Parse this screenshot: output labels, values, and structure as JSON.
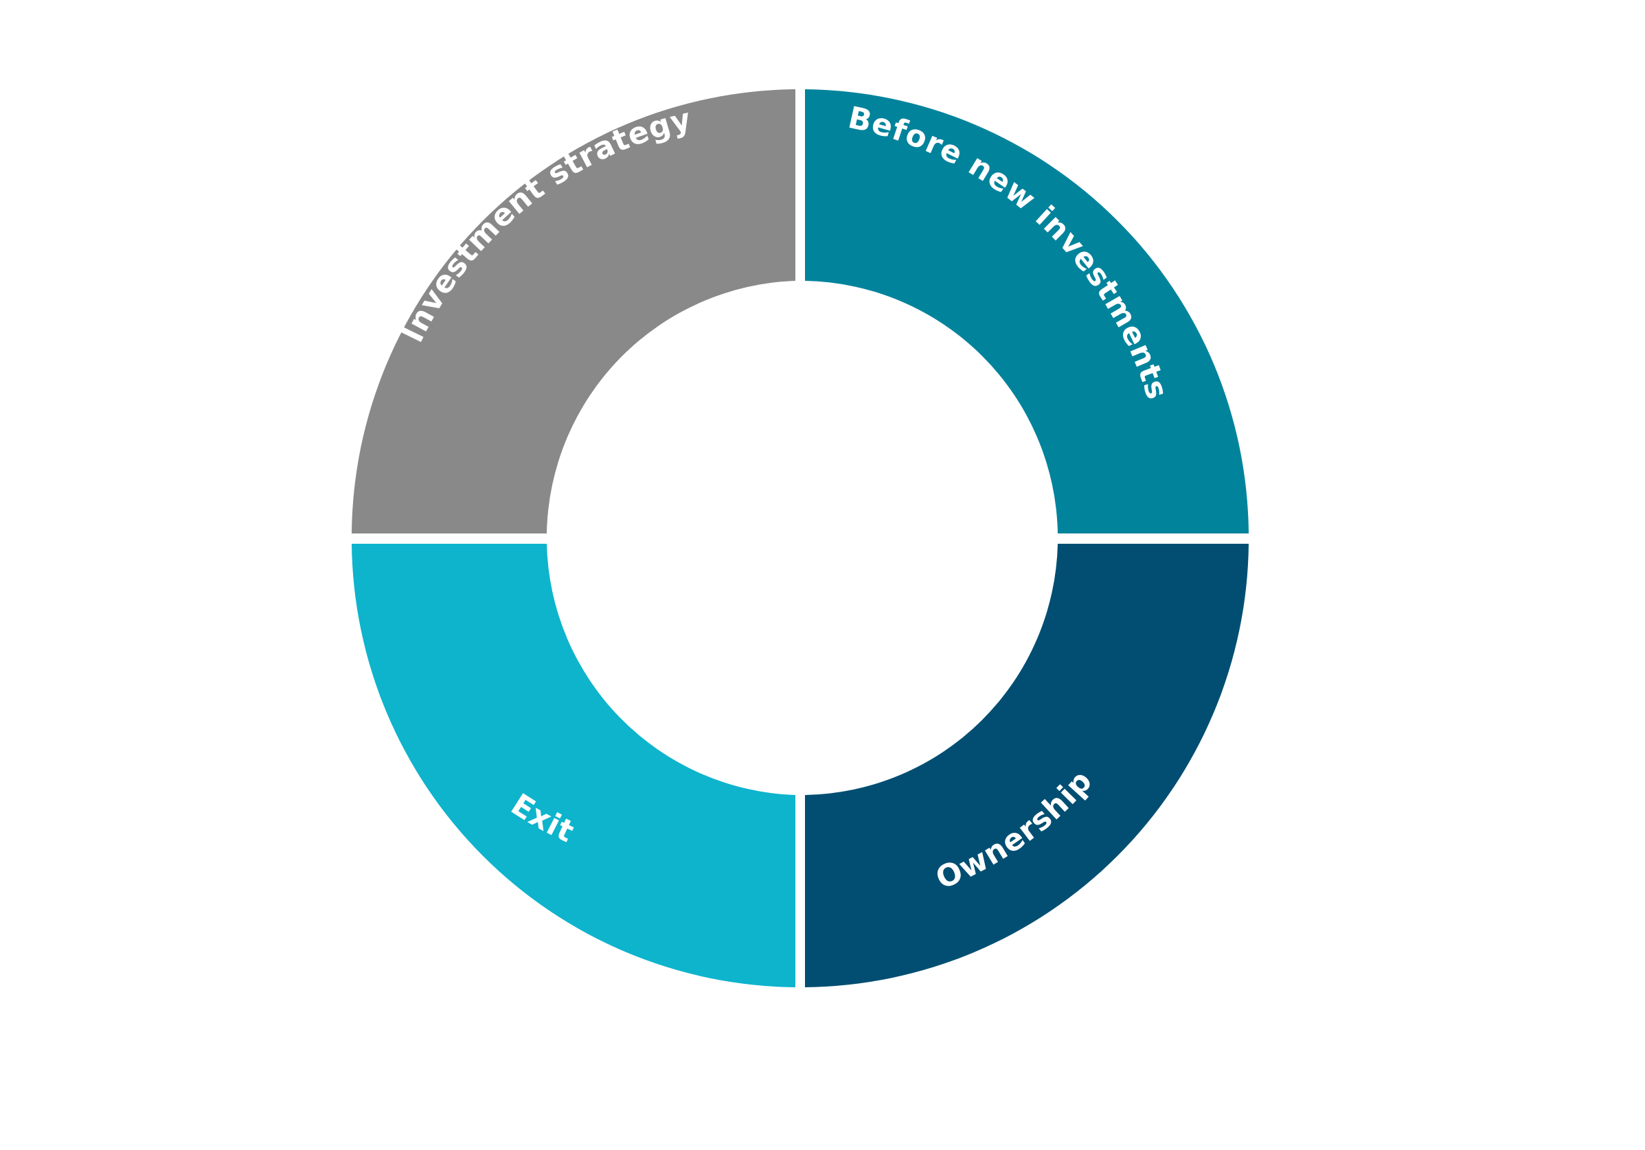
{
  "segments": [
    {
      "label": "Investment strategy",
      "color": "#898989"
    },
    {
      "label": "Before new investments",
      "color": "#02839c"
    },
    {
      "label": "Ownership",
      "color": "#014e72"
    },
    {
      "label": "Exit",
      "color": "#0db4cc"
    }
  ]
}
